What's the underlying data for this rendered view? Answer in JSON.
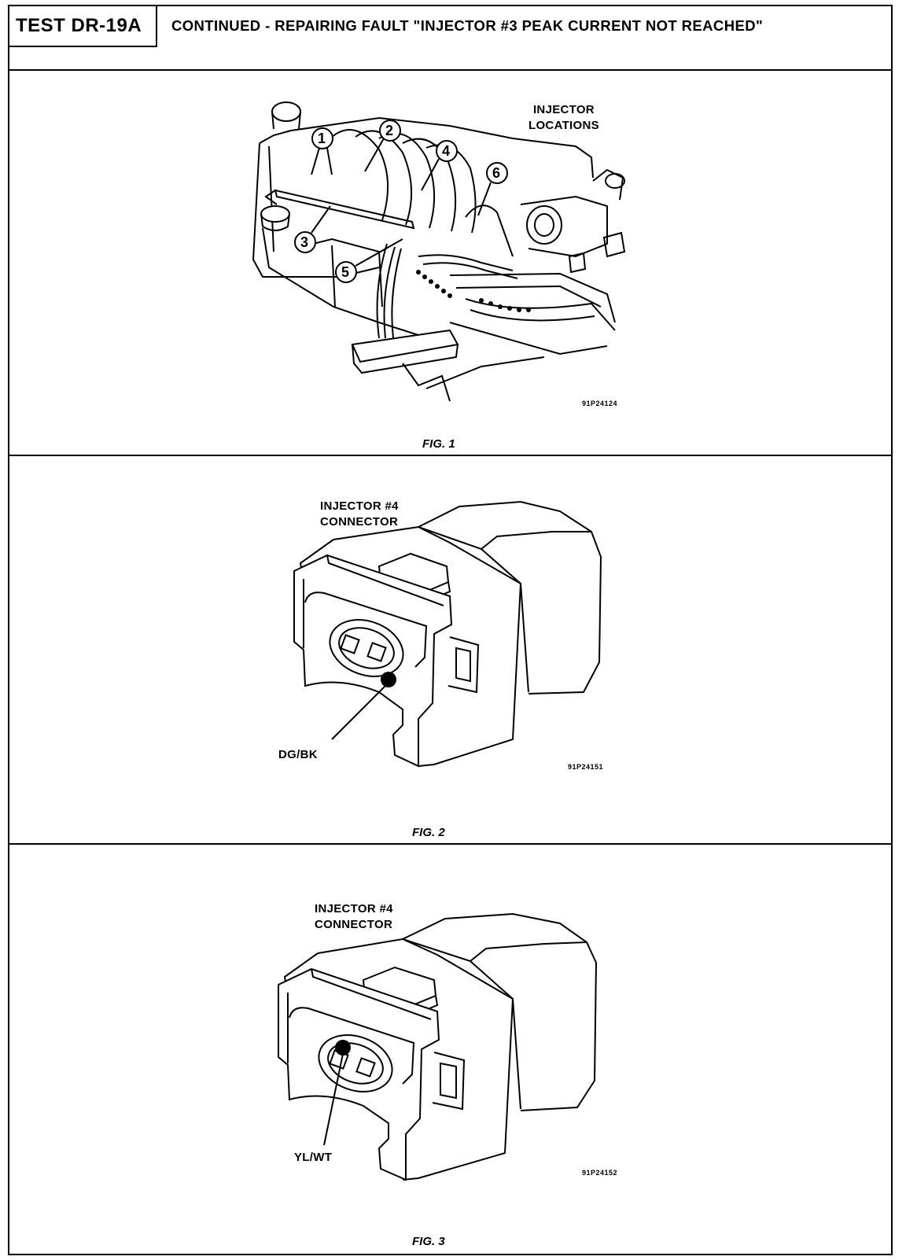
{
  "header": {
    "test_id": "TEST DR-19A",
    "title": "CONTINUED - REPAIRING FAULT \"INJECTOR #3 PEAK CURRENT NOT REACHED\""
  },
  "fig1": {
    "label_line1": "INJECTOR",
    "label_line2": "LOCATIONS",
    "callouts": [
      "1",
      "2",
      "3",
      "4",
      "5",
      "6"
    ],
    "code": "91P24124",
    "caption": "FIG. 1"
  },
  "fig2": {
    "label_line1": "INJECTOR #4",
    "label_line2": "CONNECTOR",
    "wire": "DG/BK",
    "code": "91P24151",
    "caption": "FIG. 2"
  },
  "fig3": {
    "label_line1": "INJECTOR #4",
    "label_line2": "CONNECTOR",
    "wire": "YL/WT",
    "code": "91P24152",
    "caption": "FIG. 3"
  }
}
